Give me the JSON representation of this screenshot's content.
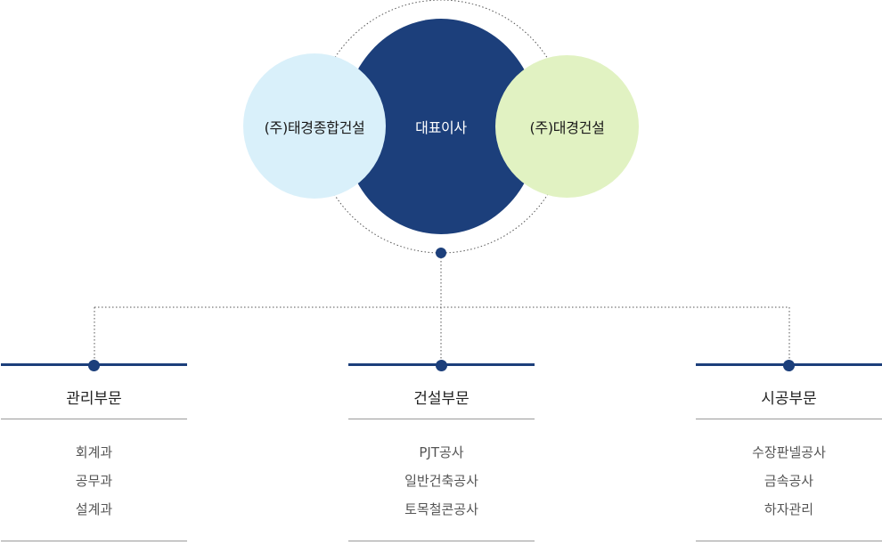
{
  "org": {
    "center": "대표이사",
    "left": "(주)태경종합건설",
    "right": "(주)대경건설"
  },
  "departments": [
    {
      "name": "관리부문",
      "items": [
        "회계과",
        "공무과",
        "설계과"
      ]
    },
    {
      "name": "건설부문",
      "items": [
        "PJT공사",
        "일반건축공사",
        "토목철콘공사"
      ]
    },
    {
      "name": "시공부문",
      "items": [
        "수장판넬공사",
        "금속공사",
        "하자관리"
      ]
    }
  ],
  "colors": {
    "navy": "#1c3f7b",
    "light_blue": "#d9f0fa",
    "light_green": "#e1f2c2",
    "line_gray": "#9a9a9a"
  }
}
